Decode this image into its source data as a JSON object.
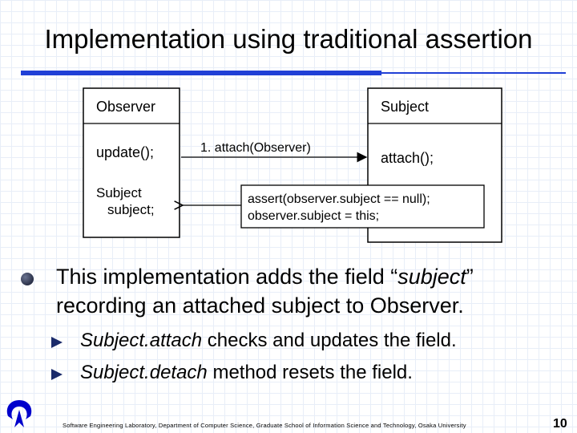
{
  "slide": {
    "title": "Implementation using traditional assertion",
    "diagram": {
      "observer_class": {
        "name": "Observer",
        "method": "update();",
        "field_line1": "Subject",
        "field_line2": "subject;"
      },
      "subject_class": {
        "name": "Subject",
        "method": "attach();"
      },
      "call_label": "1. attach(Observer)",
      "note_line1": "assert(observer.subject == null);",
      "note_line2": "observer.subject = this;"
    },
    "bullet": {
      "text_before": "This implementation adds the field “",
      "text_italic": "subject",
      "text_after": "” recording an attached subject to Observer."
    },
    "sub_bullets": [
      {
        "italic": "Subject.attach",
        "rest": " checks and updates the field."
      },
      {
        "italic": "Subject.detach",
        "rest": " method resets the field."
      }
    ],
    "footer": "Software Engineering Laboratory, Department of Computer Science, Graduate School of Information Science and Technology, Osaka University",
    "page_number": "10",
    "colors": {
      "accent_bar": "#1f3fd6",
      "logo": "#0000cc"
    }
  }
}
